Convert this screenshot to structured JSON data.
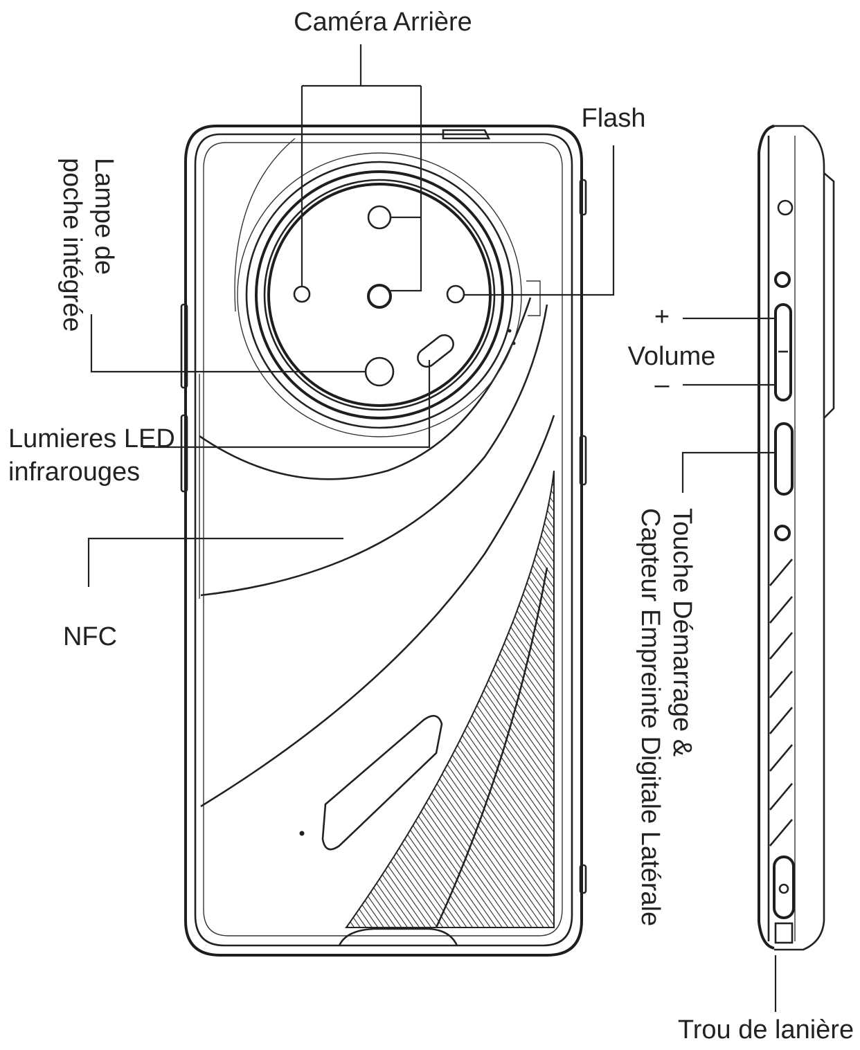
{
  "diagram": {
    "labels": {
      "rear_camera": "Caméra Arrière",
      "flash": "Flash",
      "flashlight": "Lampe de poche intégrée",
      "infrared_leds": [
        "Lumieres LED",
        "infrarouges"
      ],
      "nfc": "NFC",
      "volume": "Volume",
      "volume_plus": "+",
      "volume_minus": "–",
      "power_button": [
        "Touche Démarrage &",
        "Capteur Empreinte Digitale Latérale"
      ],
      "lanyard_hole": "Trou de lanière"
    },
    "colors": {
      "line": "#222222",
      "background": "#ffffff"
    }
  }
}
